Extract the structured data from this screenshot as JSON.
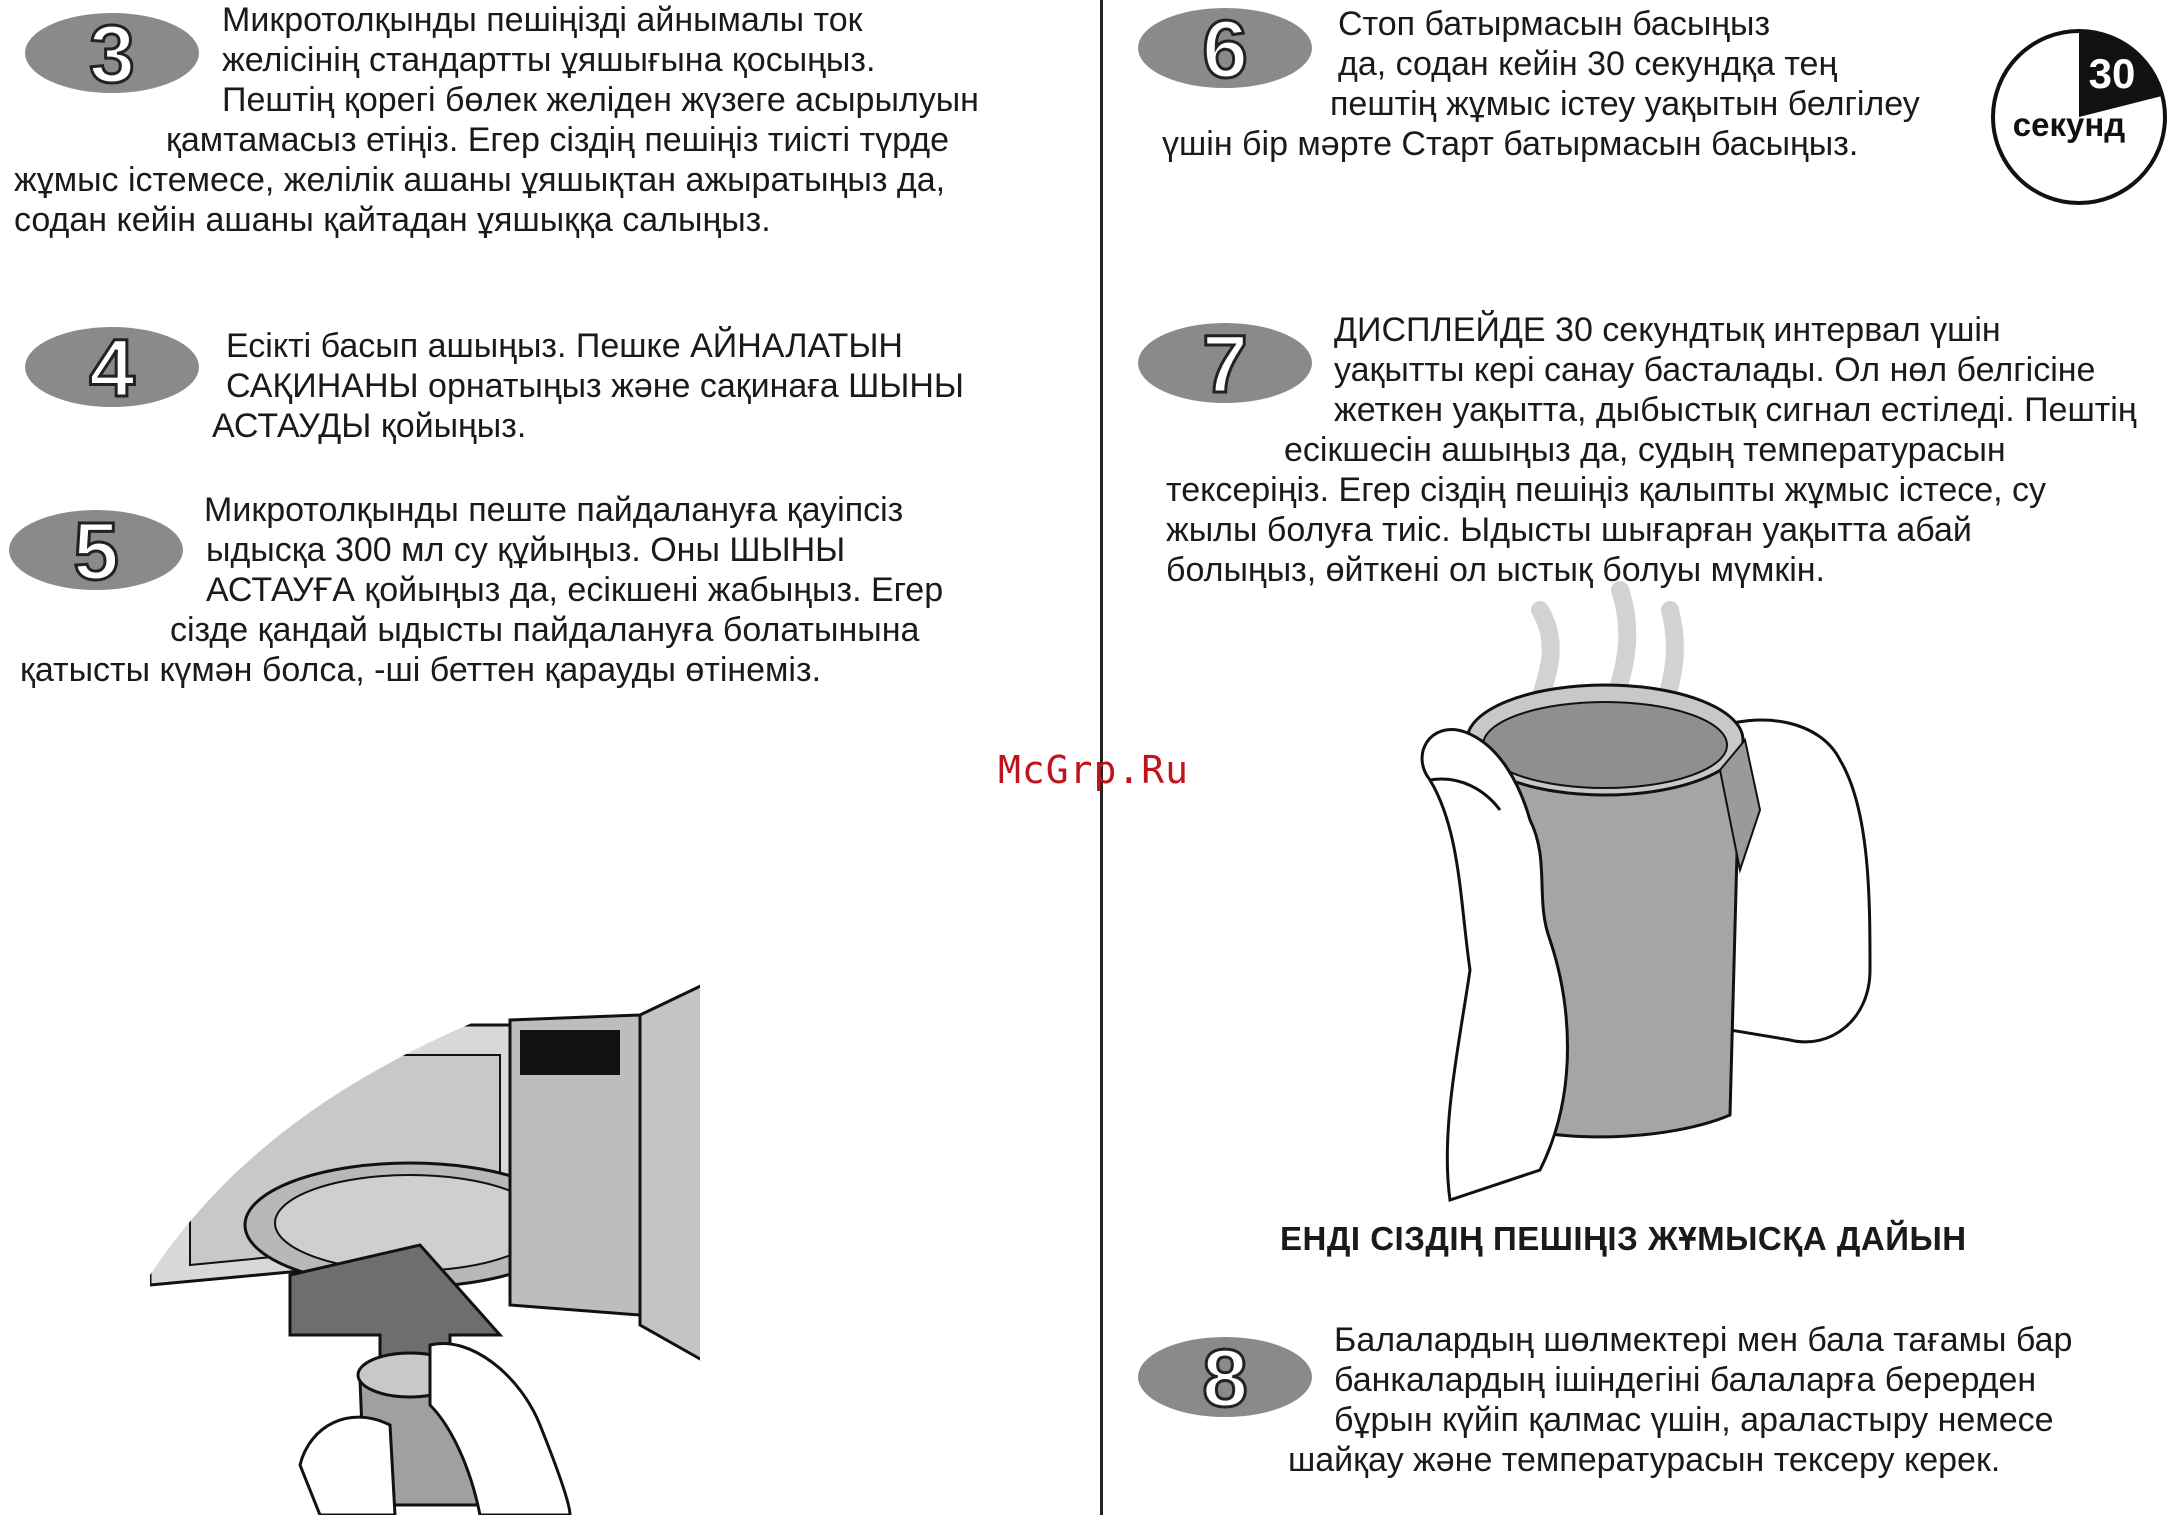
{
  "steps": [
    {
      "number": "3",
      "lines": [
        "Микротолқынды пешіңізді айнымалы ток",
        "желісінің стандартты ұяшығына қосыңыз.",
        "Пештің қорегі бөлек желіден жүзеге асырылуын",
        "қамтамасыз етіңіз. Егер сіздің пешіңіз тиісті түрде",
        "жұмыс істемесе, желілік ашаны ұяшықтан ажыратыңыз да,",
        "содан кейін ашаны қайтадан ұяшыққа салыңыз."
      ]
    },
    {
      "number": "4",
      "lines": [
        "Есікті басып ашыңыз. Пешке АЙНАЛАТЫН",
        "САҚИНАНЫ орнатыңыз және сақинаға ШЫНЫ",
        "АСТАУДЫ қойыңыз."
      ]
    },
    {
      "number": "5",
      "lines": [
        "Микротолқынды пеште пайдалануға қауіпсіз",
        "ыдысқа 300 мл су құйыңыз. Оны ШЫНЫ",
        "АСТАУҒА қойыңыз да, есікшені жабыңыз. Егер",
        "сізде қандай ыдысты пайдалануға болатынына",
        "қатысты күмән болса,      -ші беттен қарауды өтінеміз."
      ]
    },
    {
      "number": "6",
      "lines": [
        "Стоп батырмасын басыңыз",
        "да, содан кейін 30 секундқа тең",
        "пештің жұмыс істеу уақытын белгілеу",
        "үшін бір мәрте Старт батырмасын басыңыз."
      ]
    },
    {
      "number": "7",
      "lines": [
        "ДИСПЛЕЙДЕ 30 секундтық интервал үшін",
        "уақытты кері санау басталады. Ол нөл белгісіне",
        "жеткен уақытта, дыбыстық сигнал естіледі. Пештің",
        "есікшесін ашыңыз да, судың температурасын",
        "тексеріңіз. Егер сіздің пешіңіз қалыпты жұмыс істесе, су",
        "жылы болуға тиіс. Ыдысты шығарған уақытта абай",
        "болыңыз, өйткені ол ыстық болуы мүмкін."
      ]
    },
    {
      "number": "8",
      "lines": [
        "Балалардың шөлмектері мен бала тағамы бар",
        "банкалардың ішіндегіні балаларға берерден",
        "бұрын күйіп қалмас үшін, араластыру немесе",
        "шайқау және температурасын тексеру керек."
      ]
    }
  ],
  "timer": {
    "value": "30",
    "unit": "секунд"
  },
  "ready_heading": "ЕНДІ СІЗДІҢ ПЕШІҢІЗ ЖҰМЫСҚА ДАЙЫН",
  "watermark": "McGrp.Ru",
  "colors": {
    "badge": "#8a8a8a",
    "badge_outline": "#2a2a2a",
    "oven": "#c4c4c4",
    "arrow": "#6e6e6e",
    "cup": "#9a9a9a"
  }
}
